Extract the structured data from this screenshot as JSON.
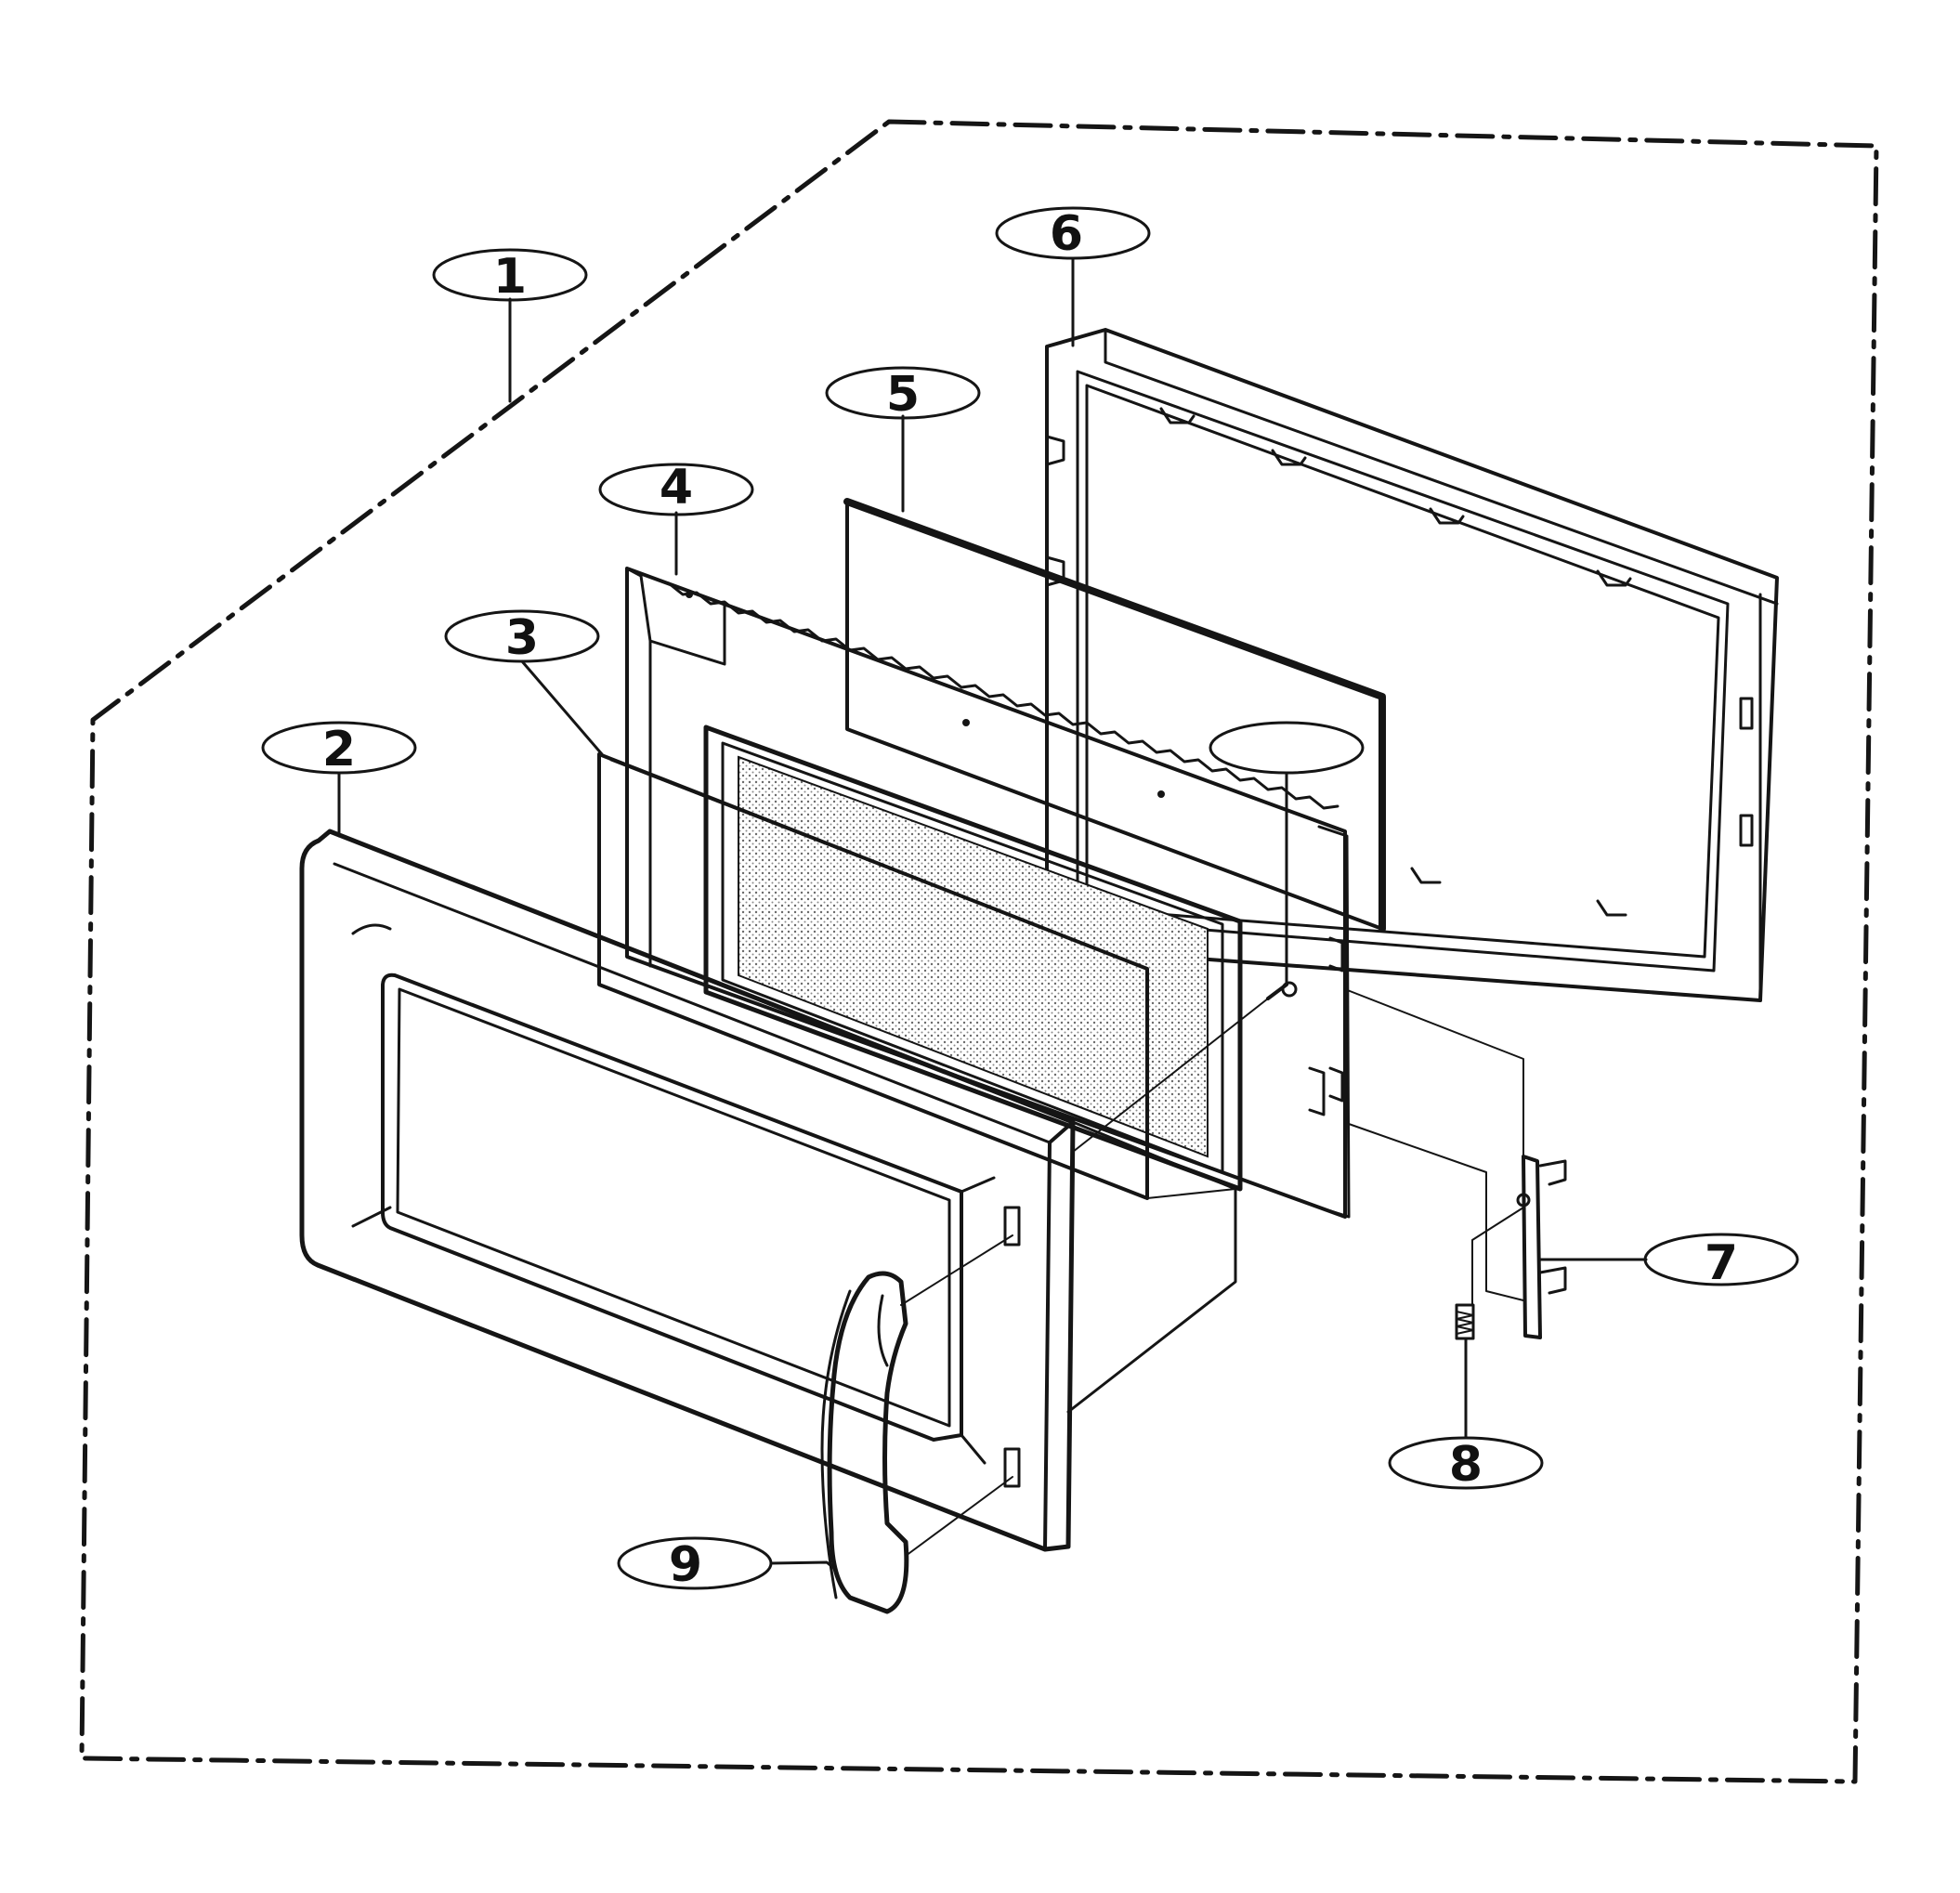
{
  "callouts": {
    "c1": "1",
    "c2": "2",
    "c3": "3",
    "c4": "4",
    "c5": "5",
    "c6": "6",
    "c7": "7",
    "c8": "8",
    "c9": "9",
    "c10": ""
  },
  "colors": {
    "line": "#151515",
    "background": "#ffffff",
    "mesh": "#9a9a9a"
  }
}
